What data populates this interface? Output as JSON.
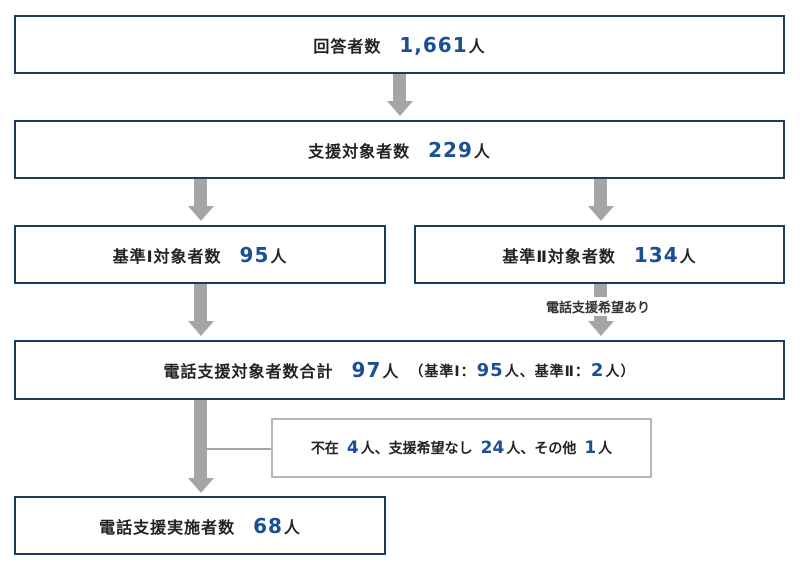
{
  "boxes": {
    "respondents": {
      "label": "回答者数",
      "value": "1,661",
      "unit": "人"
    },
    "support_targets": {
      "label": "支援対象者数",
      "value": "229",
      "unit": "人"
    },
    "criterion1": {
      "label": "基準Ⅰ対象者数",
      "value": "95",
      "unit": "人"
    },
    "criterion2": {
      "label": "基準Ⅱ対象者数",
      "value": "134",
      "unit": "人"
    },
    "phone_total": {
      "label": "電話支援対象者数合計",
      "value": "97",
      "unit": "人",
      "detail_open": "（基準Ⅰ：",
      "detail_v1": "95",
      "detail_mid": "人、基準Ⅱ：",
      "detail_v2": "2",
      "detail_close": "人）"
    },
    "phone_done": {
      "label": "電話支援実施者数",
      "value": "68",
      "unit": "人"
    }
  },
  "edge_label": "電話支援希望あり",
  "note": {
    "t1": "不在",
    "v1": "4",
    "t2": "人、支援希望なし",
    "v2": "24",
    "t3": "人、その他",
    "v3": "1",
    "t4": "人"
  }
}
